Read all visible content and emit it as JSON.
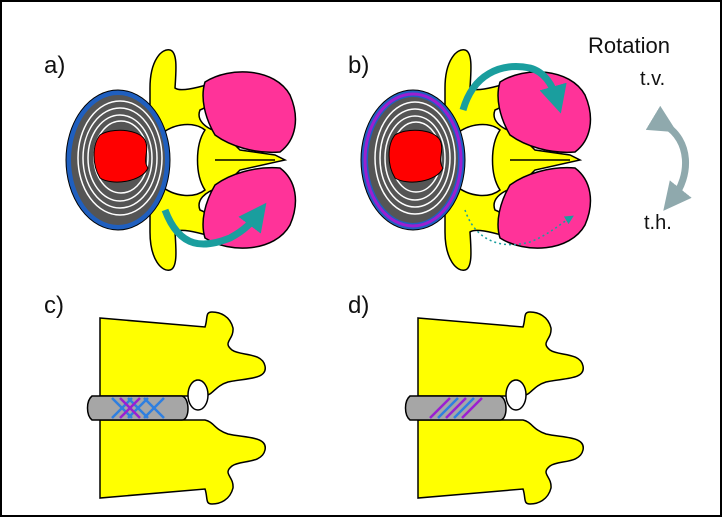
{
  "panels": {
    "a": "a)",
    "b": "b)",
    "c": "c)",
    "d": "d)"
  },
  "legend": {
    "title": "Rotation",
    "top": "t.v.",
    "bottom": "t.h."
  },
  "colors": {
    "bone": "#ffff00",
    "facet": "#ff3399",
    "nucleus": "#ff0000",
    "annulus_outer": "#1f5fbf",
    "ring_dark": "#555555",
    "arrow": "#1a9e9e",
    "rotation_arrow": "#8fa9ad",
    "fiber_blue": "#2f7fe0",
    "fiber_purple": "#9b1fd1",
    "disc_gray": "#a6a6a6"
  },
  "icons": {
    "rotation": "double-headed-curved-arrow-icon"
  }
}
